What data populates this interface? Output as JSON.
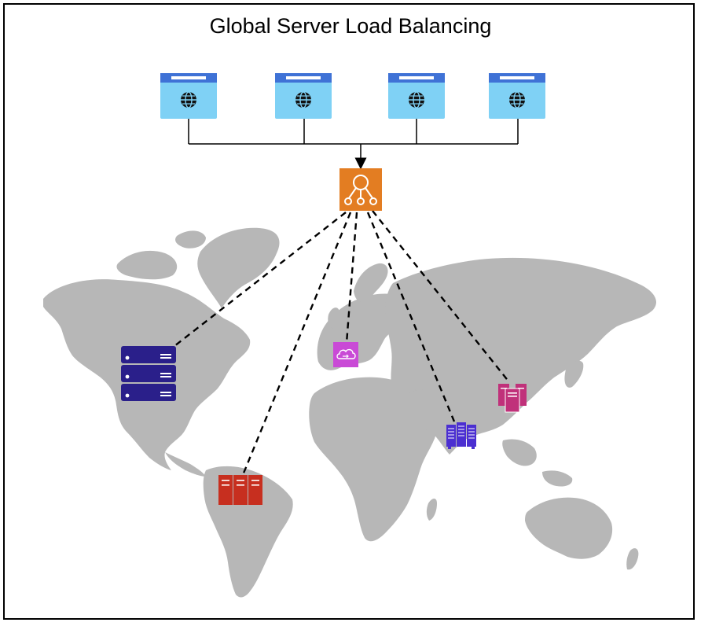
{
  "title": "Global Server Load Balancing",
  "colors": {
    "map_land": "#b7b7b7",
    "client_window_top": "#3f72d6",
    "client_window_body": "#7fd1f5",
    "load_balancer": "#e37d22",
    "server_north_america": "#2a1f8a",
    "server_europe": "#c94ad6",
    "server_south_america": "#c72f1f",
    "server_india": "#4b2fd1",
    "server_china": "#c0317a",
    "connector": "#000000"
  },
  "clients": [
    {
      "icon": "web-browser-globe-icon"
    },
    {
      "icon": "web-browser-globe-icon"
    },
    {
      "icon": "web-browser-globe-icon"
    },
    {
      "icon": "web-browser-globe-icon"
    }
  ],
  "load_balancer": {
    "icon": "load-balancer-icon"
  },
  "regions": [
    {
      "id": "north-america",
      "icon": "server-rack-icon"
    },
    {
      "id": "europe",
      "icon": "cloud-sync-icon"
    },
    {
      "id": "south-america",
      "icon": "server-cluster-icon"
    },
    {
      "id": "india",
      "icon": "server-cluster-icon"
    },
    {
      "id": "china",
      "icon": "server-stack-icon"
    }
  ]
}
